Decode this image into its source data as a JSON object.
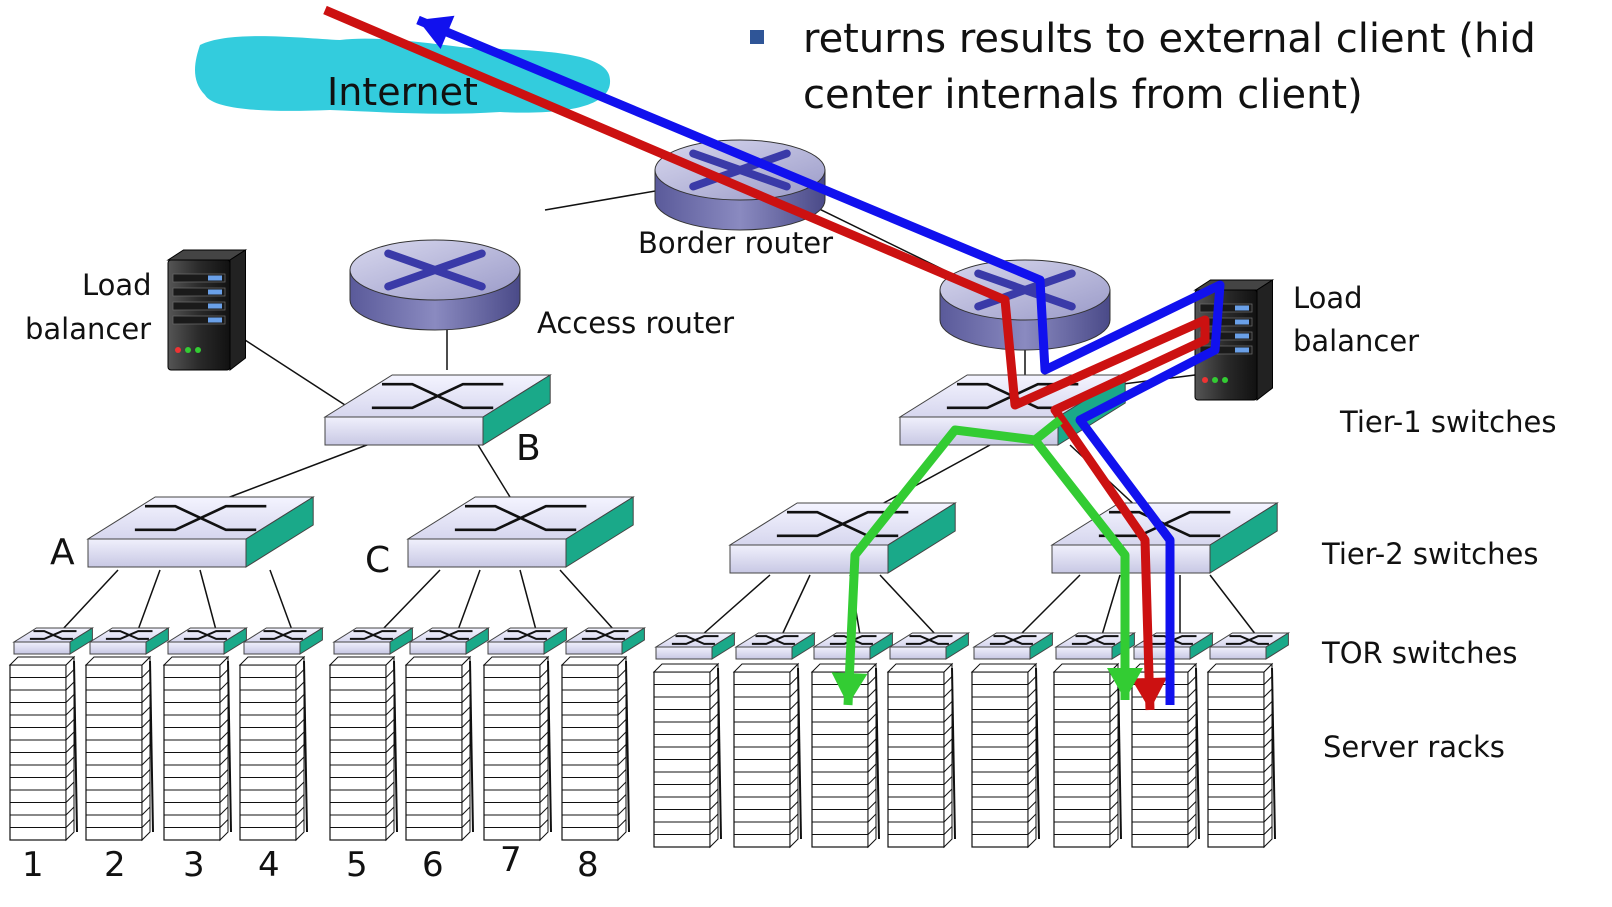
{
  "bullet": {
    "line1": "returns results to external client (hid",
    "line2": "center internals from client)"
  },
  "cloud_label": "Internet",
  "labels": {
    "border_router": "Border router",
    "access_router": "Access router",
    "load_balancer_left_l1": "Load",
    "load_balancer_left_l2": "balancer",
    "load_balancer_right_l1": "Load",
    "load_balancer_right_l2": "balancer",
    "tier1": "Tier-1 switches",
    "tier2": "Tier-2 switches",
    "tor": "TOR switches",
    "racks": "Server racks",
    "node_a": "A",
    "node_b": "B",
    "node_c": "C"
  },
  "rack_numbers": [
    "1",
    "2",
    "3",
    "4",
    "5",
    "6",
    "7",
    "8"
  ],
  "colors": {
    "cloud": "#33ccdd",
    "path_red": "#cc1111",
    "path_blue": "#1111ee",
    "path_green": "#33cc33",
    "switch_side": "#1aa989",
    "switch_top": "#e8e8f8"
  }
}
